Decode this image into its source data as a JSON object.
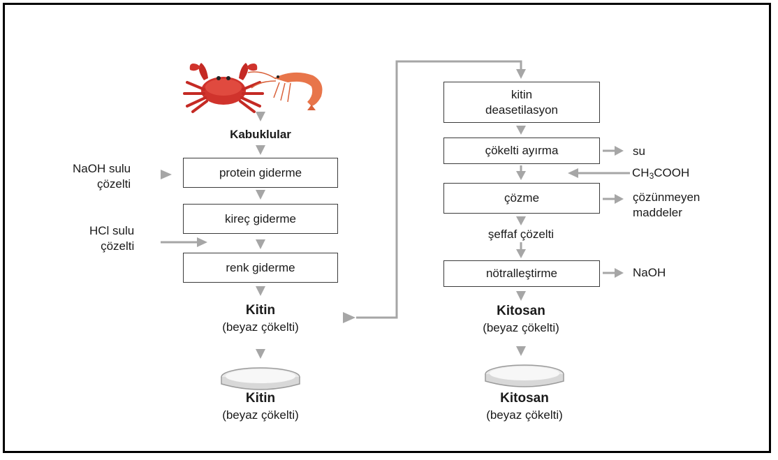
{
  "left": {
    "source_label": "Kabuklular",
    "steps": [
      "protein giderme",
      "kireç giderme",
      "renk giderme"
    ],
    "reagent_naoh": [
      "NaOH sulu",
      "çözelti"
    ],
    "reagent_hcl": [
      "HCl sulu",
      "çözelti"
    ],
    "product_name": "Kitin",
    "product_desc": "(beyaz çökelti)",
    "dish_name": "Kitin",
    "dish_desc": "(beyaz çökelti)"
  },
  "right": {
    "steps": {
      "deacetylation": [
        "kitin",
        "deasetilasyon"
      ],
      "separate": "çökelti ayırma",
      "dissolve": "çözme",
      "neutralize": "nötralleştirme"
    },
    "outputs": {
      "water": "su",
      "insoluble": [
        "çözünmeyen",
        "maddeler"
      ],
      "naoh": "NaOH"
    },
    "input_acid": {
      "prefix": "CH",
      "sub": "3",
      "suffix": "COOH"
    },
    "intermediate": "şeffaf çözelti",
    "product_name": "Kitosan",
    "product_desc": "(beyaz çökelti)",
    "dish_name": "Kitosan",
    "dish_desc": "(beyaz çökelti)"
  },
  "colors": {
    "arrow": "#a6a6a6",
    "crab": "#d0332c",
    "shrimp": "#e8754a",
    "box_border": "#3a3a3a"
  }
}
